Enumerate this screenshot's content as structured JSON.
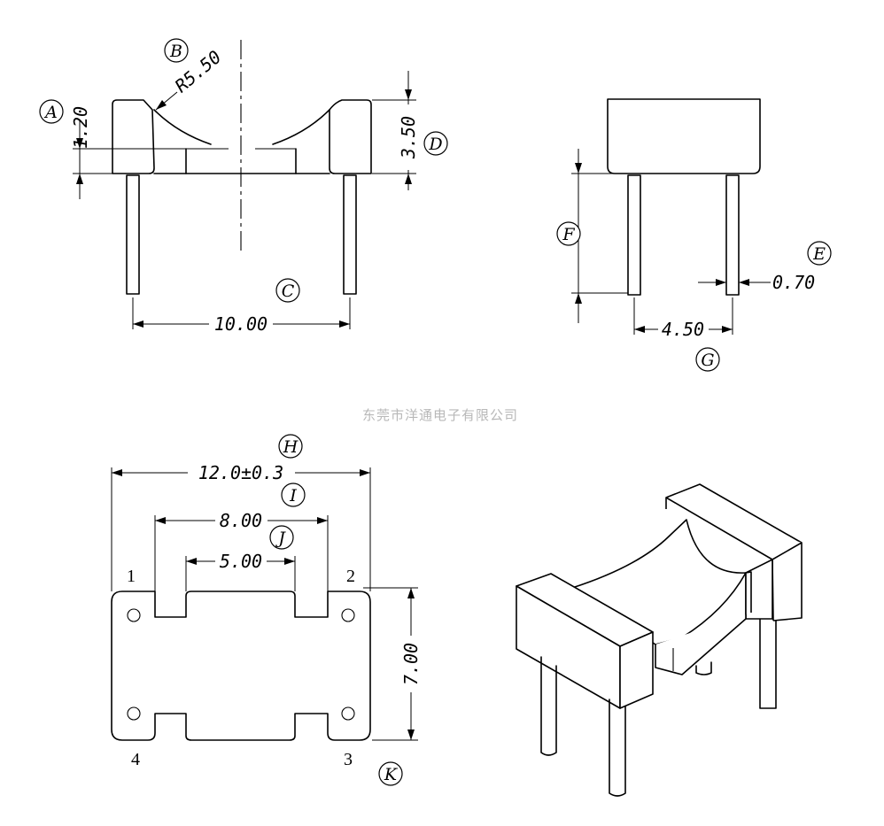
{
  "dimensions": {
    "a": "1.20",
    "b": "R5.50",
    "c": "10.00",
    "d": "3.50",
    "e": "0.70",
    "g": "4.50",
    "h": "12.0±0.3",
    "i": "8.00",
    "j": "5.00",
    "k": "7.00"
  },
  "callouts": {
    "a": "A",
    "b": "B",
    "c": "C",
    "d": "D",
    "e": "E",
    "f": "F",
    "g": "G",
    "h": "H",
    "i": "I",
    "j": "J",
    "k": "K"
  },
  "pins": {
    "p1": "1",
    "p2": "2",
    "p3": "3",
    "p4": "4"
  },
  "watermark": "东莞市洋通电子有限公司"
}
